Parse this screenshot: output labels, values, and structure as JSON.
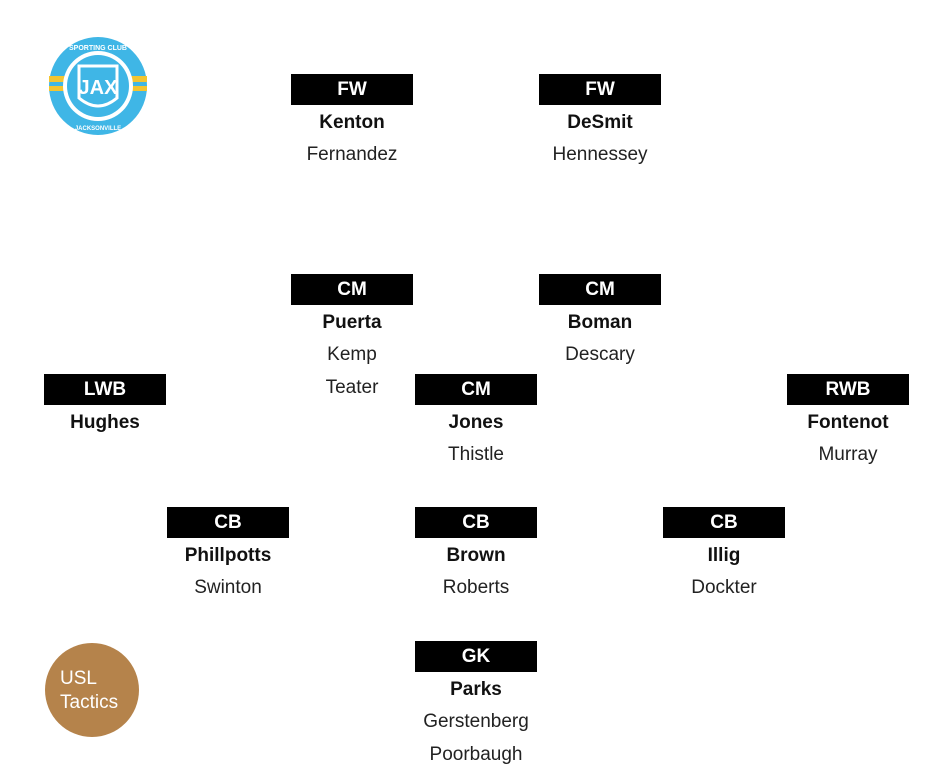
{
  "logo": {
    "ring_text_top": "SPORTING CLUB",
    "ring_text_bottom": "JACKSONVILLE",
    "center_text": "JAX",
    "color": "#3fb6e6",
    "accent": "#f3c531"
  },
  "badge": {
    "line1": "USL",
    "line2": "Tactics",
    "color": "#b5834b"
  },
  "positions": {
    "fw_left": {
      "tag": "FW",
      "starter": "Kenton",
      "backups": [
        "Fernandez"
      ]
    },
    "fw_right": {
      "tag": "FW",
      "starter": "DeSmit",
      "backups": [
        "Hennessey"
      ]
    },
    "cm_left": {
      "tag": "CM",
      "starter": "Puerta",
      "backups": [
        "Kemp",
        "Teater"
      ]
    },
    "cm_right": {
      "tag": "CM",
      "starter": "Boman",
      "backups": [
        "Descary"
      ]
    },
    "cm_center": {
      "tag": "CM",
      "starter": "Jones",
      "backups": [
        "Thistle"
      ]
    },
    "lwb": {
      "tag": "LWB",
      "starter": "Hughes",
      "backups": []
    },
    "rwb": {
      "tag": "RWB",
      "starter": "Fontenot",
      "backups": [
        "Murray"
      ]
    },
    "cb_left": {
      "tag": "CB",
      "starter": "Phillpotts",
      "backups": [
        "Swinton"
      ]
    },
    "cb_center": {
      "tag": "CB",
      "starter": "Brown",
      "backups": [
        "Roberts"
      ]
    },
    "cb_right": {
      "tag": "CB",
      "starter": "Illig",
      "backups": [
        "Dockter"
      ]
    },
    "gk": {
      "tag": "GK",
      "starter": "Parks",
      "backups": [
        "Gerstenberg",
        "Poorbaugh"
      ]
    }
  }
}
